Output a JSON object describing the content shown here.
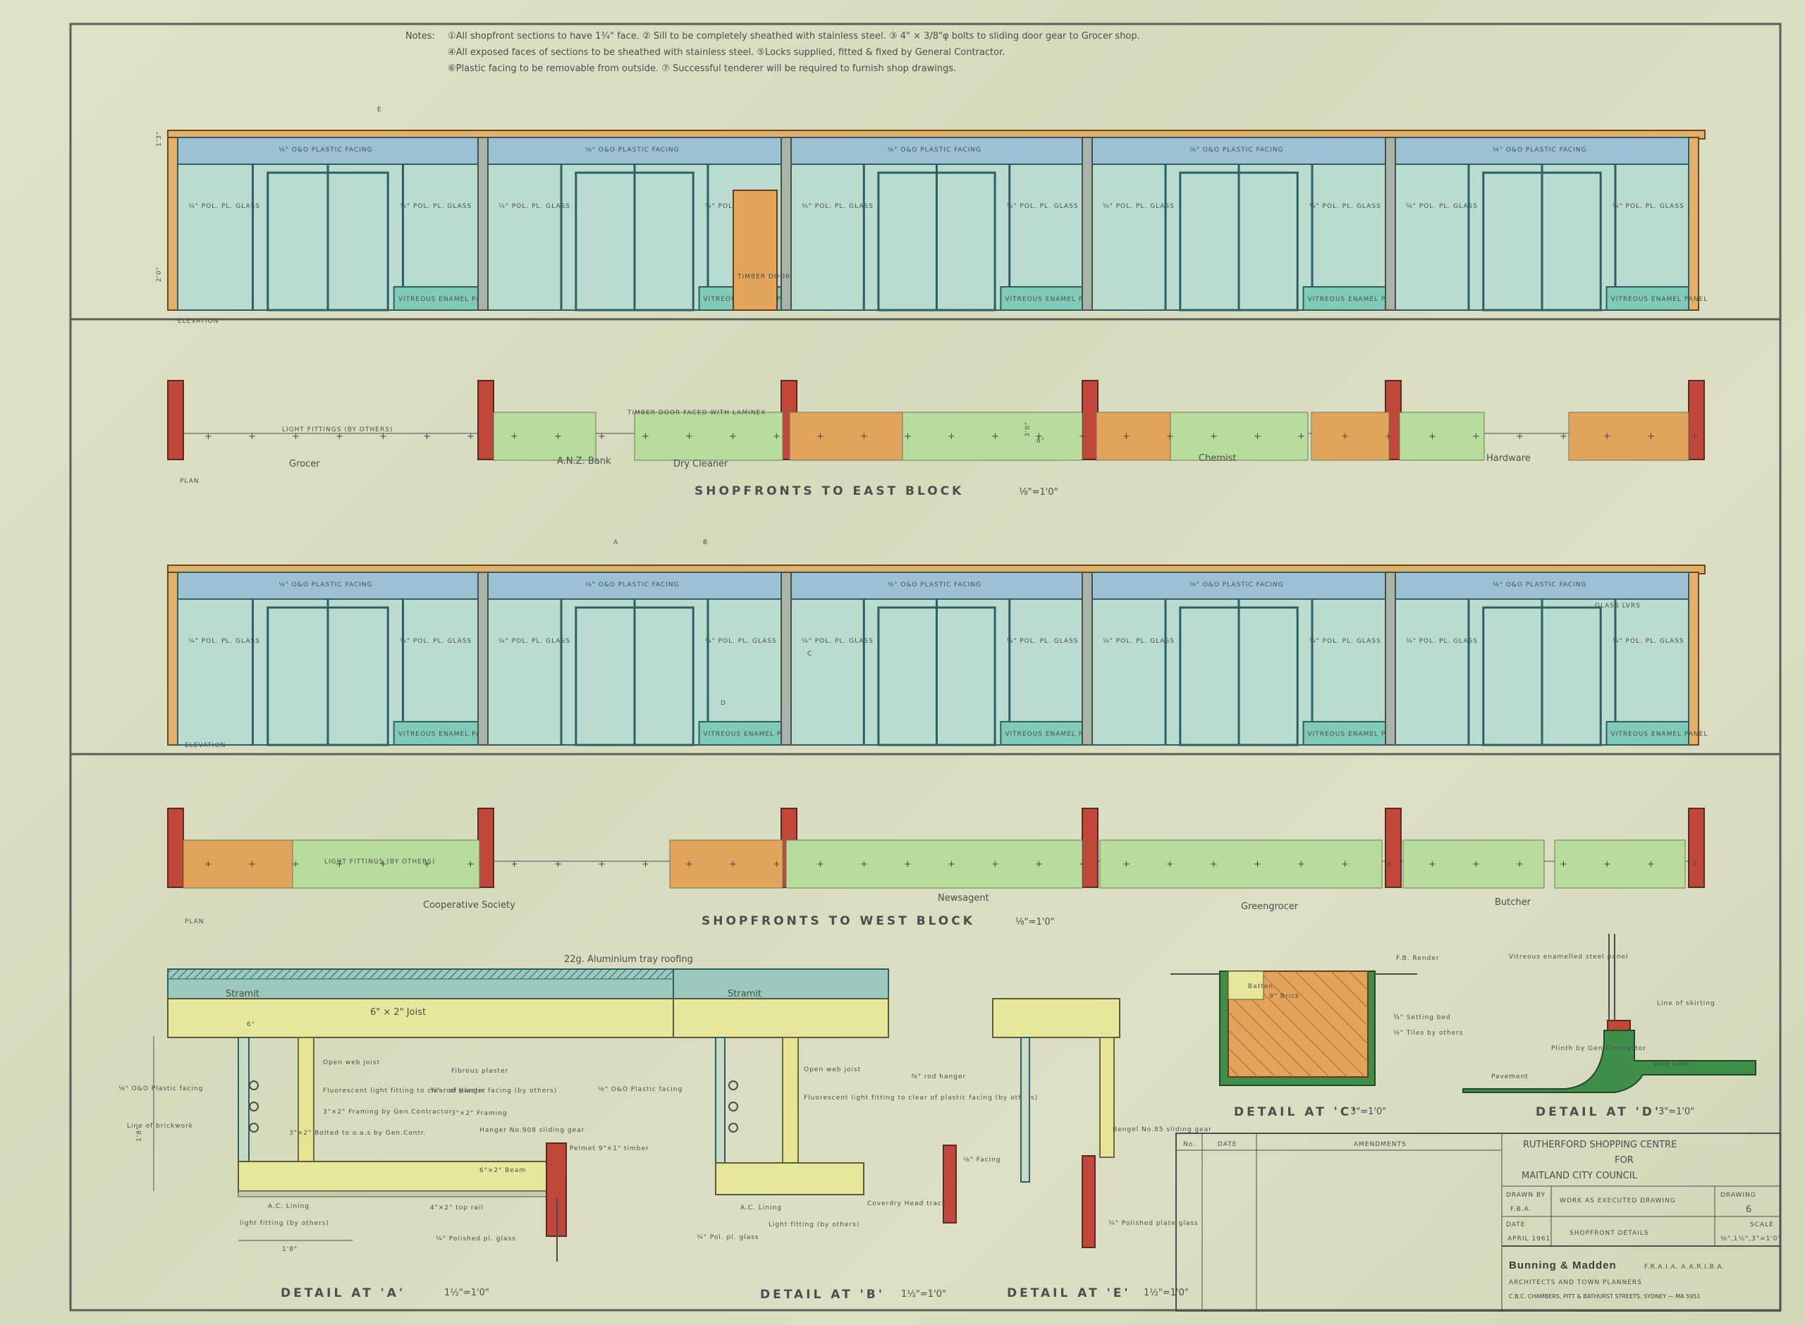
{
  "notes": {
    "prefix": "Notes:",
    "lines": [
      "①All shopfront sections to have 1¾\" face. ② Sill to be completely sheathed with stainless steel. ③ 4\" × 3/8\"φ bolts to sliding door gear to Grocer shop.",
      "④All exposed faces of sections to be sheathed with stainless steel. ⑤Locks supplied, fitted & fixed by General Contractor.",
      "⑥Plastic facing to be removable from outside. ⑦ Successful tenderer will be required to furnish shop drawings."
    ]
  },
  "east": {
    "facing": "⅛\" O&O PLASTIC FACING",
    "glass": "¼\" POL. PL. GLASS",
    "panel": "VITREOUS ENAMEL PANEL",
    "timber_door": "TIMBER DOOR",
    "dim_top": "1'3\"",
    "dim_bottom": "2'0\"",
    "section_e": "E",
    "elevation_label": "ELEVATION",
    "plan_label": "PLAN",
    "light_fittings": "LIGHT FITTINGS (BY OTHERS)",
    "timber_door_note": "TIMBER DOOR FACED WITH LAMINEX",
    "dim_plan": "3'0\"",
    "dim_plan2": "6\"",
    "shops": [
      "Grocer",
      "A.N.Z. Bank",
      "Dry Cleaner",
      "Chemist",
      "Hardware"
    ],
    "title": "SHOPFRONTS    TO    EAST    BLOCK",
    "scale": "⅛\"=1'0\""
  },
  "west": {
    "facing": "⅛\" O&O PLASTIC FACING",
    "glass": "¼\" POL. PL. GLASS",
    "panel": "VITREOUS ENAMEL PANEL",
    "glass_louvre": "GLASS LVRS",
    "section_a": "A",
    "section_b": "B",
    "section_c": "C",
    "section_d": "D",
    "elevation_label": "ELEVATION",
    "plan_label": "PLAN",
    "light_fittings": "LIGHT FITTINGS (BY OTHERS)",
    "shops": [
      "Cooperative Society",
      "Newsagent",
      "Greengrocer",
      "Butcher"
    ],
    "title": "SHOPFRONTS    TO    WEST    BLOCK",
    "scale": "⅛\"=1'0\""
  },
  "detail_a": {
    "roofing": "22g. Aluminium tray roofing",
    "stramit": "Stramit",
    "joist": "6\" × 2\" Joist",
    "open_web": "Open web joist",
    "fibrous": "Fibrous plaster",
    "facing": "⅛\" O&O Plastic facing",
    "fluorescent": "Fluorescent light fitting to clear of plastic facing (by others)",
    "rod": "⅜\" rod Hanger",
    "framing_gc": "3\"×2\" Framing by Gen.Contractor",
    "framing": "3\"×2\" Framing",
    "bolted": "3\"×2\" Bolted to o.a.s by Gen.Contr.",
    "brickwork": "Line of brickwork",
    "hanger": "Hanger No.908 sliding gear",
    "pelmet": "Pelmet 9\"×1\" timber",
    "beam": "6\"×2\" Beam",
    "ac": "A.C. Lining",
    "light": "light fitting (by others)",
    "top_rail": "4\"×2\" top rail",
    "glass": "¼\" Polished pl. glass",
    "dim": "1'8\"",
    "dim_w": "1'8\"",
    "dim_6": "6\"",
    "title": "DETAIL   AT   'A'",
    "scale": "1½\"=1'0\""
  },
  "detail_b": {
    "stramit": "Stramit",
    "open_web": "Open web joist",
    "facing": "⅛\" O&O Plastic facing",
    "fluorescent": "Fluorescent light fitting to clear of plastic facing (by others)",
    "rod": "⅜\" rod hanger",
    "ac": "A.C. Lining",
    "light": "Light fitting (by others)",
    "coverdry": "Coverdry Head track",
    "pl_facing": "⅛\" Facing",
    "glass": "¼\" Pol. pl. glass",
    "title": "DETAIL   AT   'B'",
    "scale": "1½\"=1'0\""
  },
  "detail_e": {
    "sliding": "Bengel No.85 sliding gear",
    "glass": "¼\" Polished plate glass",
    "title": "DETAIL   AT   'E'",
    "scale": "1½\"=1'0\""
  },
  "detail_c": {
    "render": "F.B. Render",
    "batten": "Batten",
    "brick": "9\" Brick",
    "setting": "¾\" Setting bed",
    "tiles": "⅛\" Tiles by others",
    "title": "DETAIL   AT   'C'",
    "scale": "3\"=1'0\""
  },
  "detail_d": {
    "vitreous": "Vitreous enamelled steel panel",
    "skirting": "Line of skirting",
    "plinth": "Plinth by Gen.Contractor",
    "pavement": "Pavement",
    "lino": "Lino tiles",
    "title": "DETAIL   AT   'D'",
    "scale": "3\"=1'0\""
  },
  "title_block": {
    "col_no": "No.",
    "col_date": "DATE",
    "col_amend": "AMENDMENTS",
    "project_1": "RUTHERFORD   SHOPPING   CENTRE",
    "project_2": "FOR",
    "project_3": "MAITLAND   CITY   COUNCIL",
    "drawn_by_label": "DRAWN BY",
    "drawn_by": "F.B.A.",
    "date_label": "DATE",
    "date": "APRIL 1961",
    "work": "WORK AS EXECUTED DRAWING",
    "subject": "SHOPFRONT   DETAILS",
    "drawing_label": "DRAWING",
    "drawing_no": "6",
    "scale_label": "SCALE",
    "scale": "⅛\",1½\",3\"=1'0\"",
    "firm": "Bunning & Madden",
    "firm_quals": "F.R.A.I.A. A.A.R.I.B.A.",
    "firm_line2": "ARCHITECTS  AND  TOWN  PLANNERS",
    "firm_line3": "C.B.C. CHAMBERS, PITT & BATHURST STREETS, SYDNEY  —  MA 5951"
  },
  "colors": {
    "paper": "#dcdfc5",
    "glass": "#b9dccf",
    "facing": "#9cc1d4",
    "panel": "#7fcbb8",
    "frame": "#2c5f66",
    "column": "#c2473b",
    "orange": "#e2a35a",
    "green": "#b7dc9c",
    "yellow": "#e6e79a",
    "fascia": "#e2b06a"
  }
}
